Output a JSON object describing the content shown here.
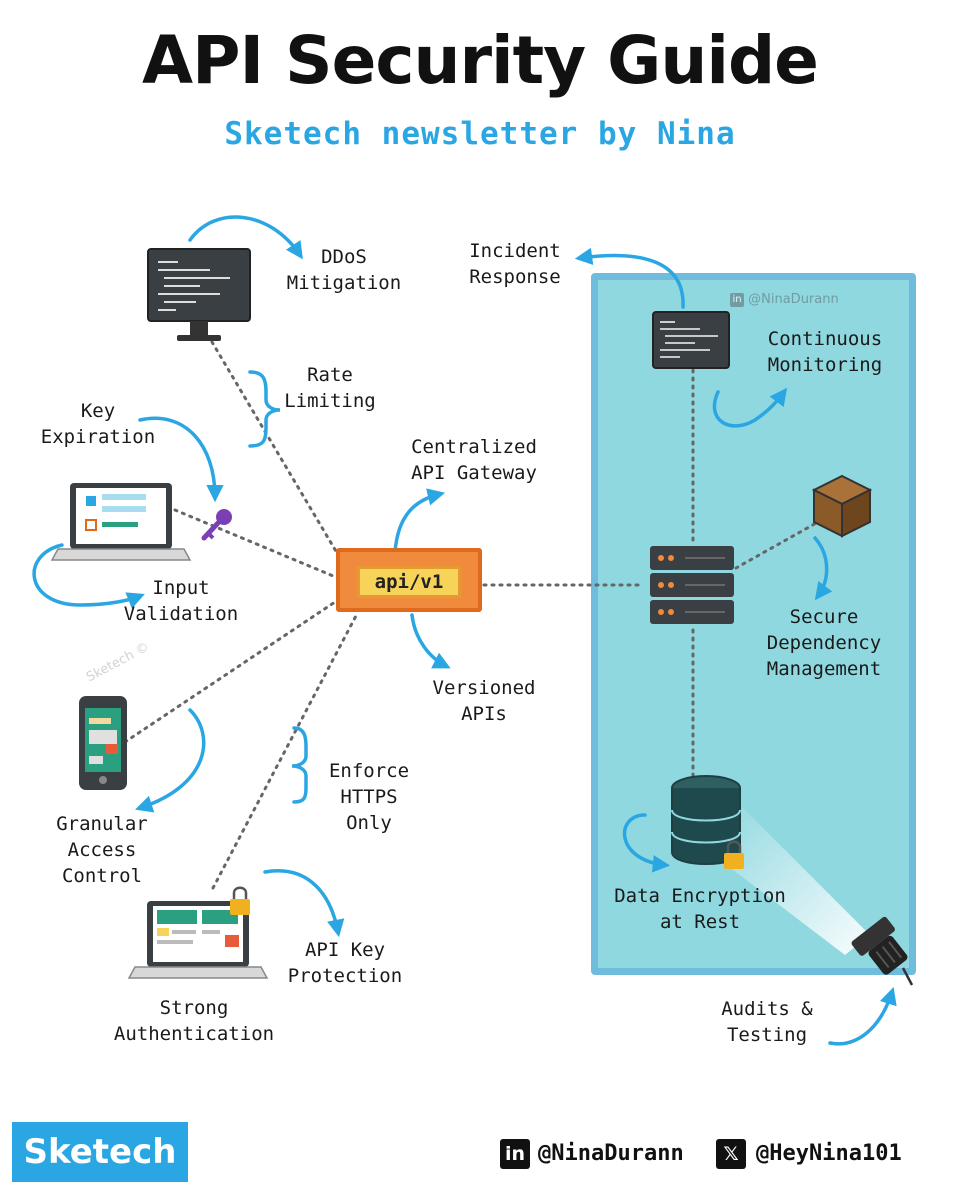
{
  "header": {
    "title": "API Security Guide",
    "subtitle": "Sketech newsletter by Nina"
  },
  "gateway": {
    "label": "api/v1"
  },
  "labels": {
    "ddos": [
      "DDoS",
      "Mitigation"
    ],
    "rate_limiting": [
      "Rate",
      "Limiting"
    ],
    "key_expiration": [
      "Key",
      "Expiration"
    ],
    "input_validation": [
      "Input",
      "Validation"
    ],
    "centralized_gateway": [
      "Centralized",
      "API Gateway"
    ],
    "versioned_apis": [
      "Versioned",
      "APIs"
    ],
    "enforce_https": [
      "Enforce",
      "HTTPS",
      "Only"
    ],
    "granular_access": [
      "Granular",
      "Access",
      "Control"
    ],
    "api_key_protection": [
      "API Key",
      "Protection"
    ],
    "strong_auth": [
      "Strong",
      "Authentication"
    ],
    "incident_response": [
      "Incident",
      "Response"
    ],
    "continuous_monitoring": [
      "Continuous",
      "Monitoring"
    ],
    "secure_dependency": [
      "Secure",
      "Dependency",
      "Management"
    ],
    "data_encryption": [
      "Data Encryption",
      "at Rest"
    ],
    "audits_testing": [
      "Audits &",
      "Testing"
    ]
  },
  "watermarks": {
    "linkedin_panel": "@NinaDurann",
    "sketech": "Sketech ©"
  },
  "footer": {
    "brand": "Sketech",
    "linkedin_handle": "@NinaDurann",
    "x_handle": "@HeyNina101"
  },
  "colors": {
    "accent": "#2aa6e3",
    "panel": "#8fd8e0",
    "panel_border": "#6fbcdc",
    "gateway": "#f08a3c",
    "gateway_inner": "#f8d35a"
  }
}
